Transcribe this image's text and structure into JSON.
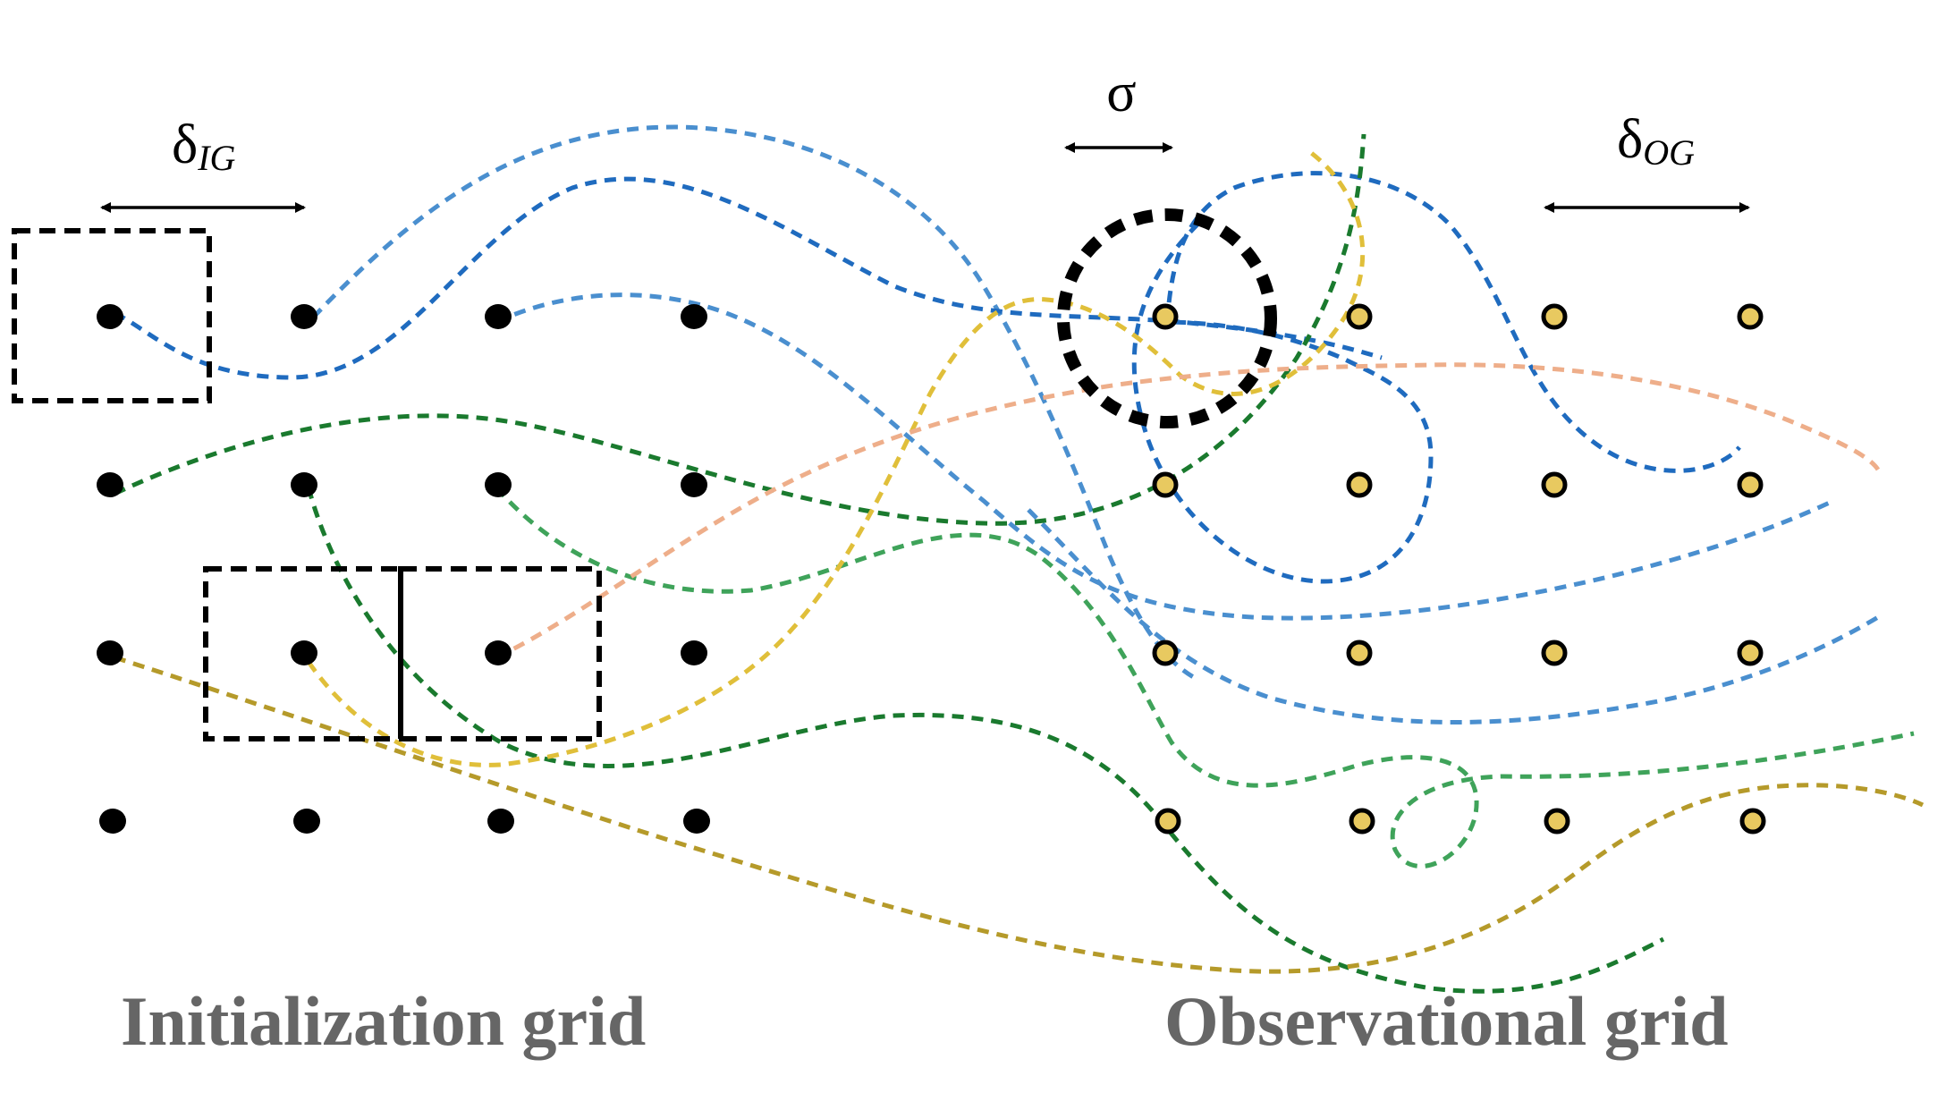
{
  "labels": {
    "delta_ig_symbol": "δ",
    "delta_ig_subscript": "IG",
    "sigma": "σ",
    "delta_og_symbol": "δ",
    "delta_og_subscript": "OG",
    "init_grid": "Initialization grid",
    "obs_grid": "Observational grid"
  },
  "colors": {
    "init_dot": "#000000",
    "obs_dot_fill": "#e8c960",
    "obs_dot_stroke": "#000000",
    "label_gray": "#666666",
    "blue_light": "#4a8fcf",
    "blue_dark": "#1f6bbf",
    "green_dark": "#1a7a2e",
    "green_light": "#3fa35a",
    "yellow": "#e0bf3a",
    "olive": "#b59a2a",
    "salmon": "#eeae8a"
  },
  "grids": {
    "initialization": {
      "rows": 4,
      "cols": 4
    },
    "observational": {
      "rows": 4,
      "cols": 4
    }
  }
}
